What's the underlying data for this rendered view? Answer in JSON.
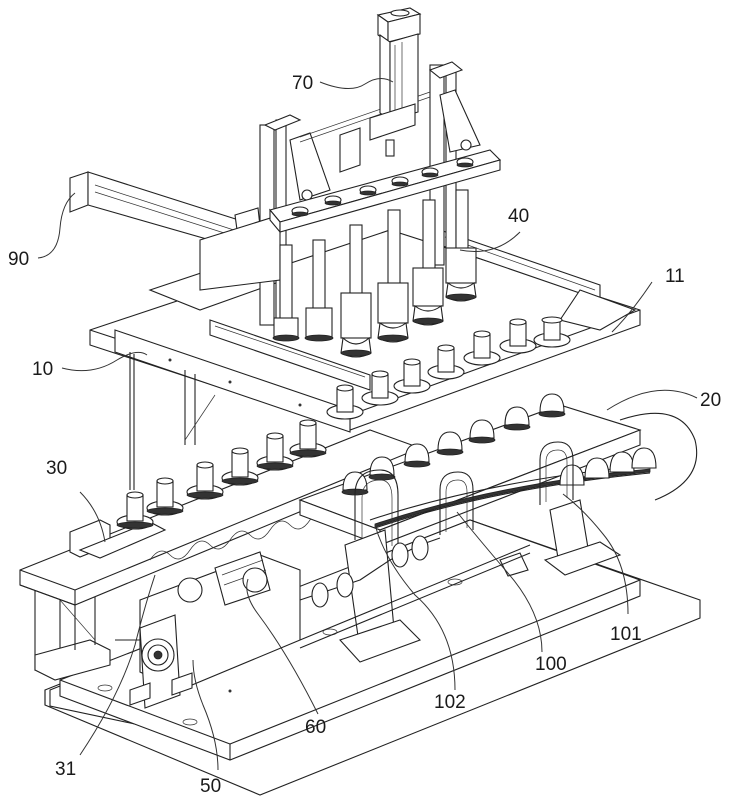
{
  "figure": {
    "type": "patent line drawing",
    "line_color": "#222222",
    "background": "#ffffff"
  },
  "labels": [
    {
      "id": "70",
      "text": "70",
      "part": "vertical-cylinder"
    },
    {
      "id": "90",
      "text": "90",
      "part": "horizontal-cylinder"
    },
    {
      "id": "40",
      "text": "40",
      "part": "suction-heads"
    },
    {
      "id": "11",
      "text": "11",
      "part": "guide-rail-plate"
    },
    {
      "id": "10",
      "text": "10",
      "part": "frame"
    },
    {
      "id": "20",
      "text": "20",
      "part": "conveyor-unit"
    },
    {
      "id": "30",
      "text": "30",
      "part": "feeding-plate"
    },
    {
      "id": "101",
      "text": "101",
      "part": "support-bracket"
    },
    {
      "id": "100",
      "text": "100",
      "part": "guide-bracket"
    },
    {
      "id": "102",
      "text": "102",
      "part": "side-bracket"
    },
    {
      "id": "60",
      "text": "60",
      "part": "push-cylinder"
    },
    {
      "id": "31",
      "text": "31",
      "part": "motor-bearing"
    },
    {
      "id": "50",
      "text": "50",
      "part": "base-plate"
    }
  ]
}
